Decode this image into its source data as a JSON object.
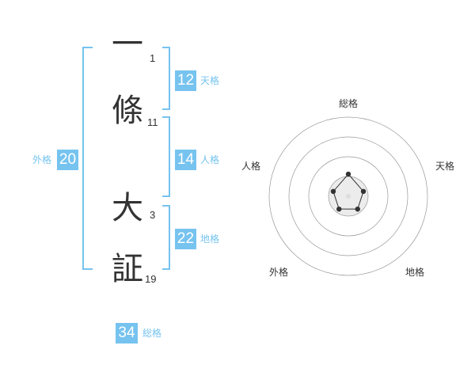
{
  "characters": [
    {
      "char": "一",
      "strokes": "1"
    },
    {
      "char": "條",
      "strokes": "11"
    },
    {
      "char": "大",
      "strokes": "3"
    },
    {
      "char": "証",
      "strokes": "19"
    }
  ],
  "fortunes": {
    "tenkaku": {
      "value": "12",
      "label": "天格"
    },
    "jinkaku": {
      "value": "14",
      "label": "人格"
    },
    "chikaku": {
      "value": "22",
      "label": "地格"
    },
    "gaikaku": {
      "value": "20",
      "label": "外格"
    },
    "soukaku": {
      "value": "34",
      "label": "総格"
    }
  },
  "colors": {
    "accent": "#76c3ef",
    "text": "#333333"
  },
  "chart_data": {
    "type": "radar",
    "axes": [
      "総格",
      "天格",
      "地格",
      "外格",
      "人格"
    ],
    "grid_rings": 4,
    "values": [
      1.4,
      1.0,
      1.0,
      1.0,
      1.0
    ],
    "max": 5
  }
}
